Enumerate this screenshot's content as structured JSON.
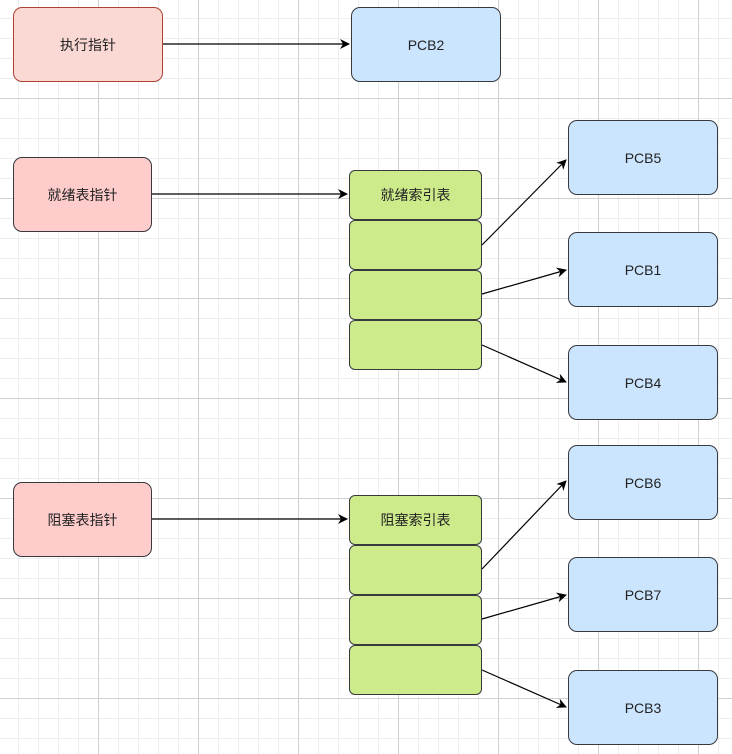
{
  "colors": {
    "exec_fill": "#fad9d5",
    "exec_stroke": "#ae4132",
    "pointer_fill": "#ffcccc",
    "pointer_stroke": "#36393d",
    "pcb_fill": "#cce5ff",
    "pcb_stroke": "#36393d",
    "index_fill": "#cdeb8b",
    "index_stroke": "#36393d",
    "arrow": "#000000"
  },
  "exec": {
    "pointer": "执行指针",
    "target": "PCB2"
  },
  "ready": {
    "pointer": "就绪表指针",
    "index_title": "就绪索引表",
    "pcbs": [
      "PCB5",
      "PCB1",
      "PCB4"
    ]
  },
  "blocked": {
    "pointer": "阻塞表指针",
    "index_title": "阻塞索引表",
    "pcbs": [
      "PCB6",
      "PCB7",
      "PCB3"
    ]
  }
}
